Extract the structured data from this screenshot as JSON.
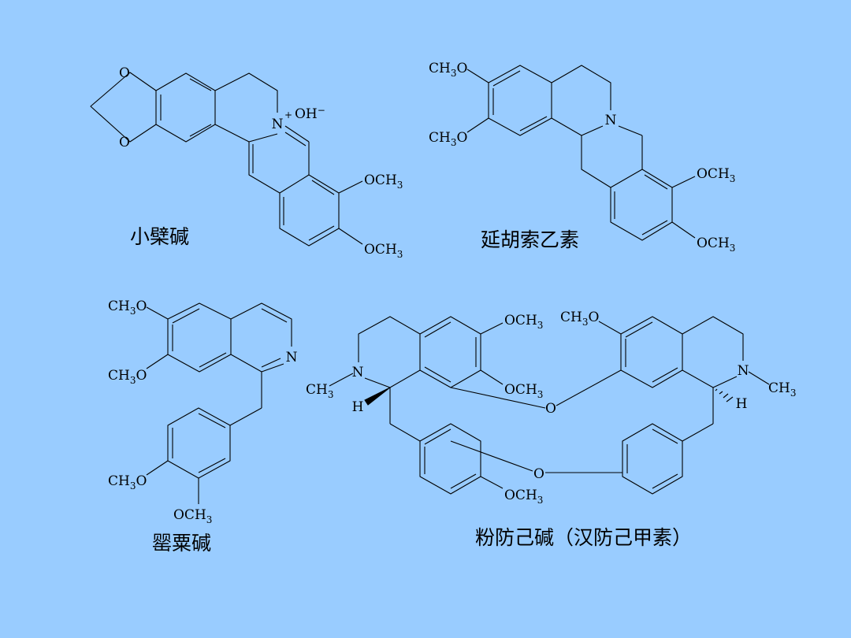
{
  "captions": {
    "berberine": "小檗碱",
    "tetrahydropalmatine": "延胡索乙素",
    "papaverine": "罂粟碱",
    "tetrandrine": "粉防己碱（汉防己甲素）"
  },
  "atoms": {
    "O": "O",
    "N": "N",
    "H": "H",
    "OCH": "OCH",
    "CH": "CH",
    "three": "3",
    "plus": "+",
    "OH": "OH",
    "minus": "−"
  },
  "colors": {
    "background": "#99ccff",
    "ink": "#000000"
  }
}
